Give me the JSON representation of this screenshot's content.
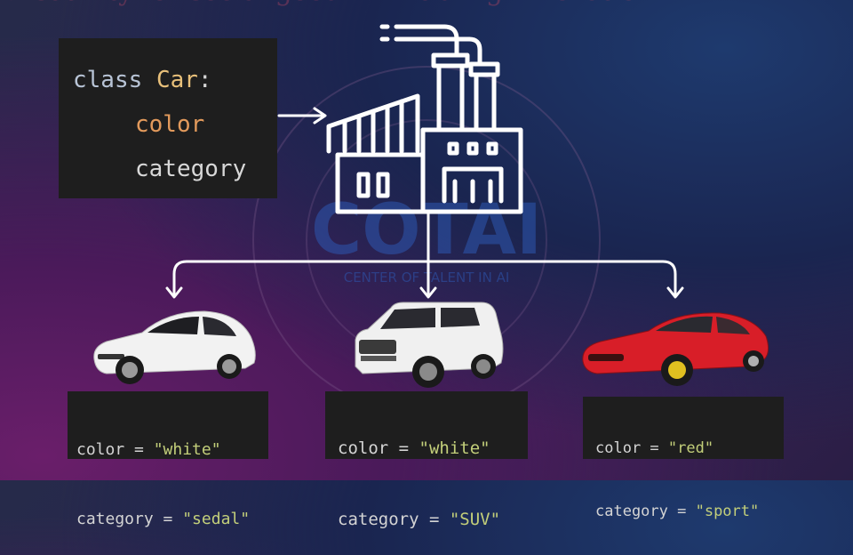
{
  "class_def": {
    "keyword": "class",
    "name": "Car",
    "colon": ":",
    "attr1": "color",
    "attr2": "category"
  },
  "watermark": {
    "brand": "COTAI",
    "subtitle": "CENTER OF TALENT IN AI",
    "ring_text": "Creativity for social good ★ Enabling innovation"
  },
  "instances": [
    {
      "color_label": "color = ",
      "color_value": "\"white\"",
      "category_label": "category = ",
      "category_value": "\"sedal\""
    },
    {
      "color_label": "color = ",
      "color_value": "\"white\"",
      "category_label": "category = ",
      "category_value": "\"SUV\""
    },
    {
      "color_label": "color = ",
      "color_value": "\"red\"",
      "category_label": "category = ",
      "category_value": "\"sport\""
    }
  ],
  "colors": {
    "car_white": "#f2f2f2",
    "car_red": "#d81e28",
    "arrow": "#ffffff",
    "code_bg": "#1e1e1e"
  },
  "icons": [
    "factory-icon",
    "white-hatchback-car",
    "white-suv-car",
    "red-sports-car"
  ]
}
